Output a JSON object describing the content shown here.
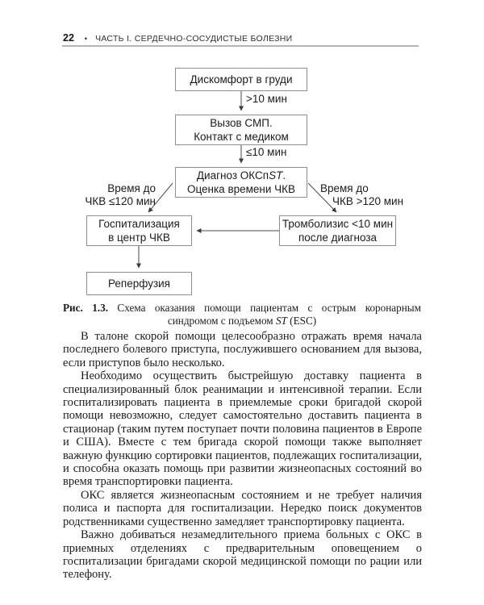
{
  "header": {
    "page_number": "22",
    "bullet": "•",
    "chapter": "ЧАСТЬ I. СЕРДЕЧНО-СОСУДИСТЫЕ БОЛЕЗНИ"
  },
  "flowchart": {
    "box_discomfort": "Дискомфорт в груди",
    "label_gt10": ">10 мин",
    "box_call_line1": "Вызов СМП.",
    "box_call_line2": "Контакт с медиком",
    "label_le10": "≤10 мин",
    "box_diag_pre": "Диагноз ОКСп",
    "box_diag_italic": "ST",
    "box_diag_post": ".",
    "box_diag_line2": "Оценка времени ЧКВ",
    "label_left_line1": "Время до",
    "label_left_line2": "ЧКВ ≤120 мин",
    "label_right_line1": "Время до",
    "label_right_line2": "ЧКВ >120 мин",
    "box_pci_line1": "Госпитализация",
    "box_pci_line2": "в центр ЧКВ",
    "box_lysis_line1": "Тромболизис <10 мин",
    "box_lysis_line2": "после диагноза",
    "box_reperfusion": "Реперфузия"
  },
  "caption": {
    "label": "Рис. 1.3.",
    "text1": " Схема оказания помощи пациентам с острым коронарным синдромом с подъемом ",
    "italic": "ST",
    "text2": " (ESC)"
  },
  "body": {
    "paragraphs": [
      "В талоне скорой помощи целесообразно отражать время начала последнего болевого приступа, послужившего основанием для вызова, если приступов было несколько.",
      "Необходимо осуществить быстрейшую доставку пациента в специализированный блок реанимации и интенсивной терапии. Если госпитализировать пациента в приемлемые сроки бригадой скорой помощи невозможно, следует самостоятельно доставить пациента в стационар (таким путем поступает почти половина пациентов в Европе и США). Вместе с тем бригада скорой помощи также выполняет важную функцию сортировки пациентов, подлежащих госпитализации, и способна оказать помощь при развитии жизнеопасных состояний во время транспортировки пациента.",
      "ОКС является жизнеопасным состоянием и не требует наличия полиса и паспорта для госпитализации. Нередко поиск документов родственниками существенно замедляет транспортировку пациента.",
      "Важно добиваться незамедлительного приема больных с ОКС в приемных отделениях с предварительным оповещением о госпитализации бригадами скорой медицинской помощи по рации или телефону."
    ]
  }
}
